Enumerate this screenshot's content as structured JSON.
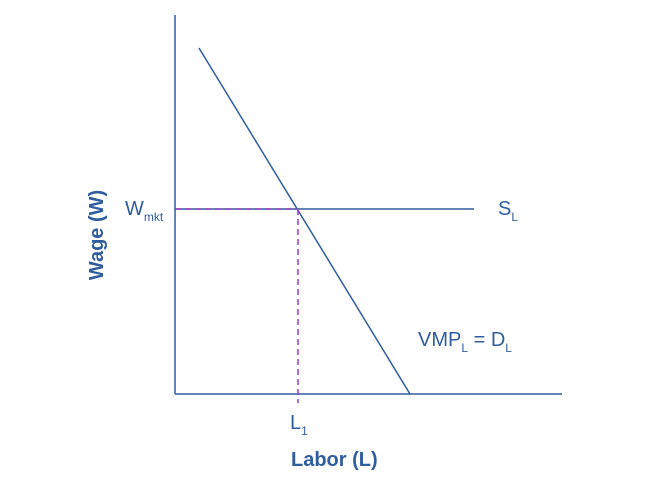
{
  "labels": {
    "y_axis": "Wage (W)",
    "x_axis": "Labor (L)",
    "wage_main": "W",
    "wage_sub": "mkt",
    "labor_main": "L",
    "labor_sub": "1",
    "supply_main": "S",
    "supply_sub": "L",
    "demand_main_1": "VMP",
    "demand_sub_1": "L",
    "demand_eq": " = D",
    "demand_sub_2": "L"
  },
  "colors": {
    "lines": "#2f5d9e",
    "dashed": "#9b3fc0"
  }
}
